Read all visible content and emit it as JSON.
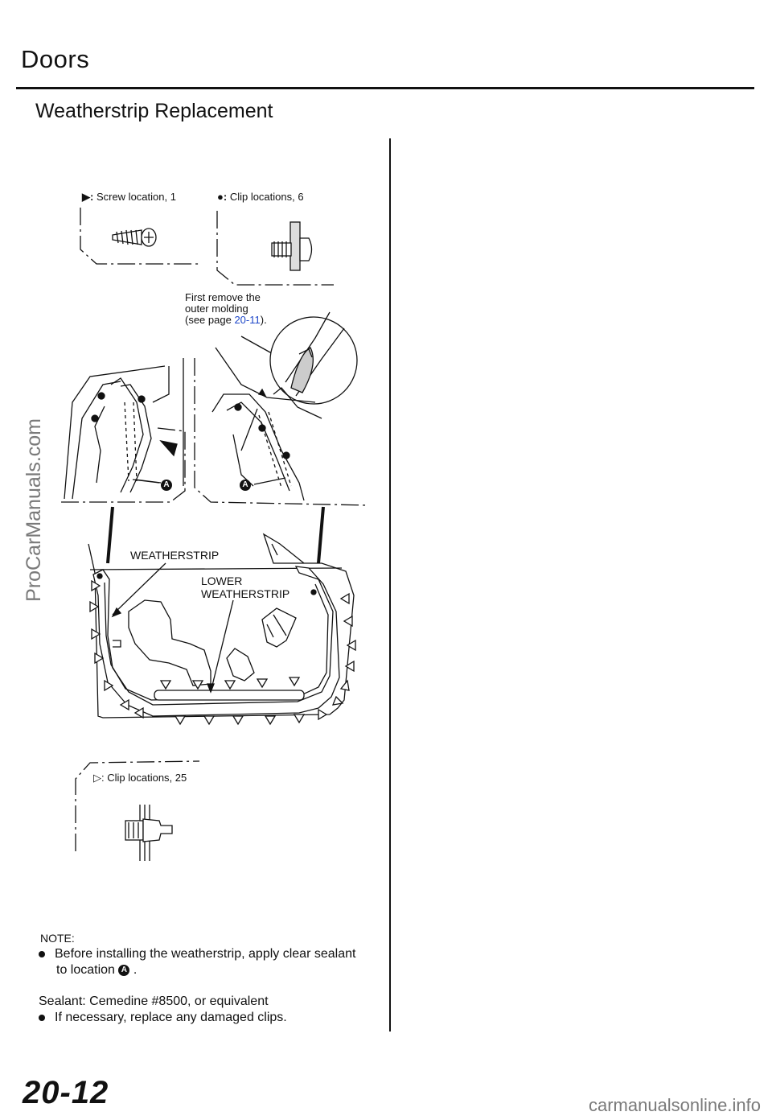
{
  "header": {
    "section": "Doors",
    "title": "Weatherstrip Replacement"
  },
  "legend": {
    "screw": "Screw location, 1",
    "clip_top": "Clip locations, 6",
    "clip_bottom": "Clip locations, 25"
  },
  "callouts": {
    "first_remove_line1": "First remove the",
    "first_remove_line2": "outer molding",
    "see_page_prefix": "(see page ",
    "see_page_ref": "20-11",
    "see_page_suffix": ").",
    "location_a": "A",
    "weatherstrip": "WEATHERSTRIP",
    "lower_weatherstrip_line1": "LOWER",
    "lower_weatherstrip_line2": "WEATHERSTRIP"
  },
  "notes": {
    "heading": "NOTE:",
    "bullet1_line1": "Before installing the weatherstrip, apply clear sealant",
    "bullet1_line2": "to location",
    "location_a": "A",
    "sealant": "Sealant: Cemedine #8500, or equivalent",
    "bullet2": "If necessary, replace any damaged clips."
  },
  "footer": {
    "page_number": "20-12",
    "watermark_bottom": "carmanualsonline.info",
    "watermark_left": "ProCarManuals.com"
  },
  "colors": {
    "link": "#1b45c8",
    "watermark": "#7a7a7a"
  }
}
